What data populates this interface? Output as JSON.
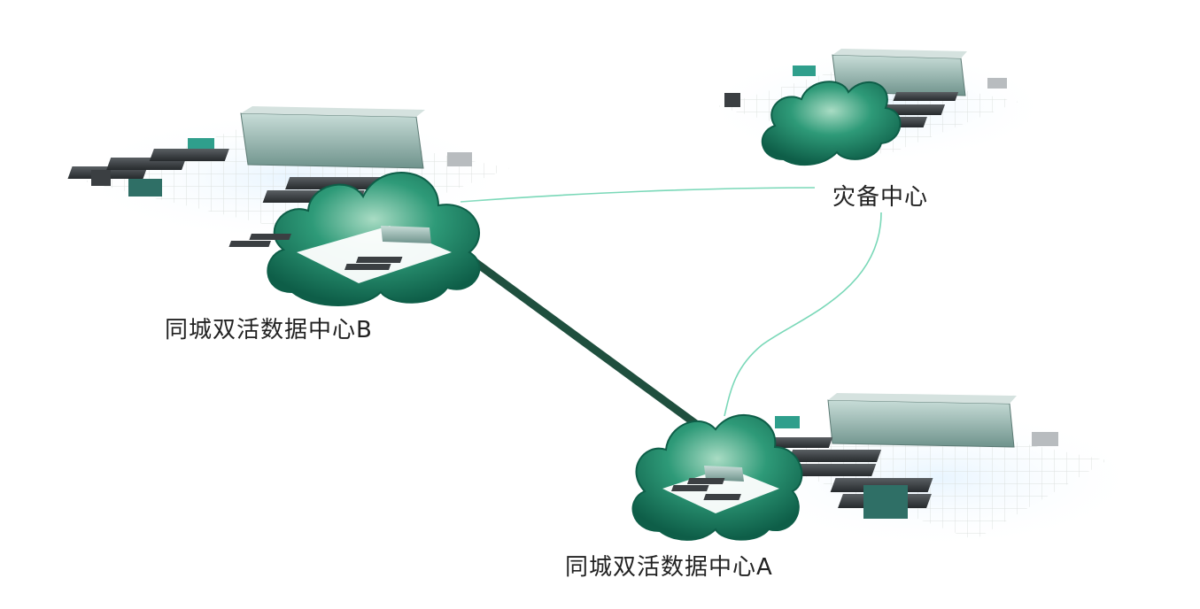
{
  "sites": {
    "site_b": {
      "label": "同城双活数据中心B"
    },
    "site_a": {
      "label": "同城双活数据中心A"
    },
    "disaster_recovery": {
      "label": "灾备中心"
    }
  },
  "links": [
    {
      "from": "site_b",
      "to": "site_a",
      "style": "thick"
    },
    {
      "from": "site_b",
      "to": "disaster_recovery",
      "style": "thin"
    },
    {
      "from": "disaster_recovery",
      "to": "site_a",
      "style": "thin"
    }
  ],
  "colors": {
    "cloud_dark": "#0e5e48",
    "cloud_mid": "#2e9a78",
    "cloud_light": "#a9dcc4",
    "thick_link": "#1f4f3e",
    "thin_link": "#7ad8b8",
    "building_glass": "#8fb3ac",
    "rack_dark": "#3b3f42",
    "floor_grid": "#d9dedb",
    "accent_teal": "#2f9f8c"
  }
}
